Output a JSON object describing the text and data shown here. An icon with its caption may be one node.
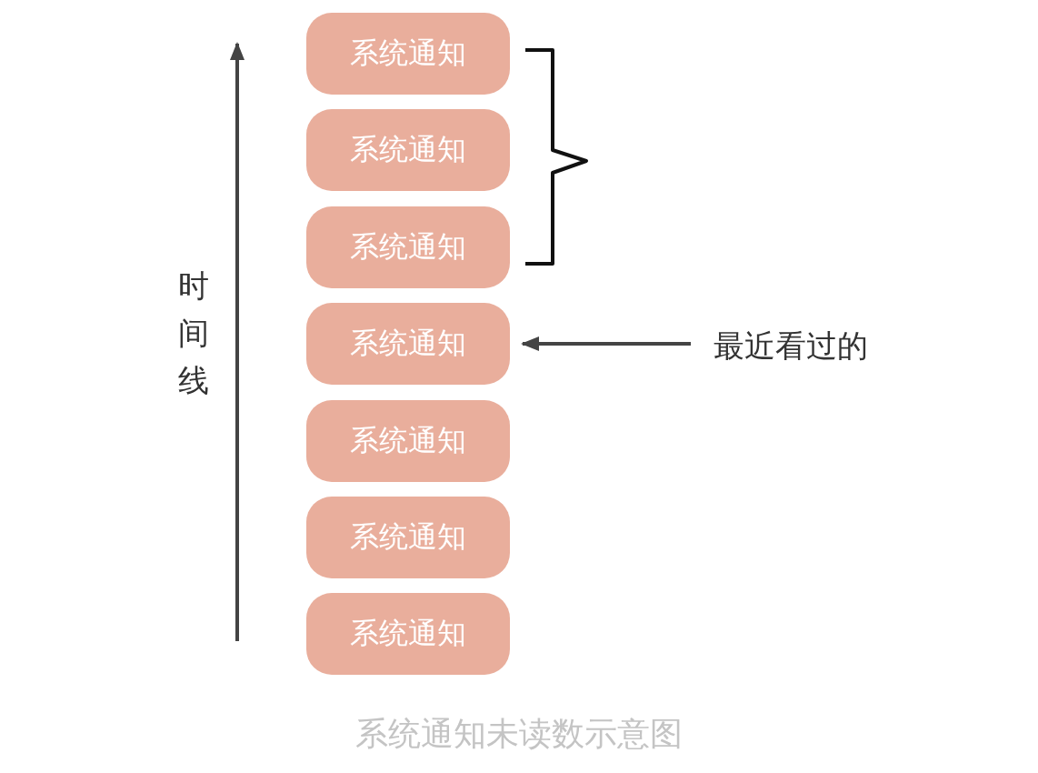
{
  "diagram": {
    "caption": "系统通知未读数示意图",
    "nodes": [
      {
        "text": [
          "系统通知"
        ]
      },
      {
        "text": [
          "系统通知"
        ]
      },
      {
        "text": [
          "系统通知"
        ]
      },
      {
        "text": [
          "系统通知"
        ]
      },
      {
        "text": [
          "系统通知"
        ]
      },
      {
        "text": [
          "系统通知"
        ]
      },
      {
        "text": [
          "系统通知"
        ]
      },
      {
        "text": [
          "最近看过的"
        ]
      }
    ],
    "edges": [
      {
        "from": 7,
        "to": 3,
        "arrow": "to"
      }
    ],
    "labels": [
      "时间线"
    ]
  }
}
